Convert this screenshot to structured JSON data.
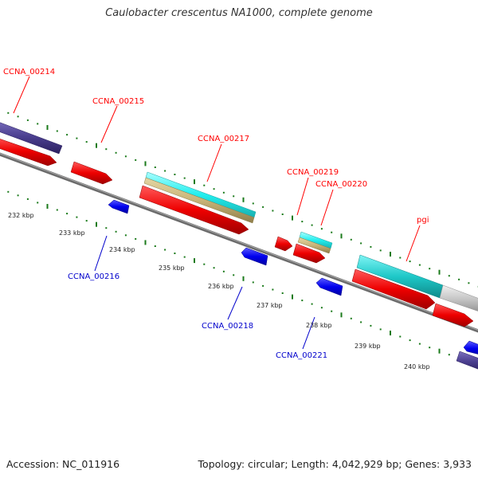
{
  "title": "Caulobacter crescentus NA1000, complete genome",
  "footer": {
    "accession_label": "Accession:",
    "accession": "NC_011916",
    "topology_label": "Topology:",
    "topology": "circular",
    "length_label": "Length:",
    "length": "4,042,929 bp",
    "genes_label": "Genes:",
    "genes": "3,933"
  },
  "colors": {
    "forward_gene": "#ff0000",
    "reverse_gene": "#0000ff",
    "purple_feature": "#4b3f8f",
    "cyan_feature": "#1ec8c8",
    "tan_feature": "#c8b478",
    "gray_feature": "#c0c0c0",
    "tick": "#1a7a1a"
  },
  "ruler": [
    {
      "label": "232 kbp"
    },
    {
      "label": "233 kbp"
    },
    {
      "label": "234 kbp"
    },
    {
      "label": "235 kbp"
    },
    {
      "label": "236 kbp"
    },
    {
      "label": "237 kbp"
    },
    {
      "label": "238 kbp"
    },
    {
      "label": "239 kbp"
    },
    {
      "label": "240 kbp"
    }
  ],
  "gene_labels": [
    {
      "name": "CCNA_00214",
      "strand": "forward"
    },
    {
      "name": "CCNA_00215",
      "strand": "forward"
    },
    {
      "name": "CCNA_00217",
      "strand": "forward"
    },
    {
      "name": "CCNA_00219",
      "strand": "forward"
    },
    {
      "name": "CCNA_00220",
      "strand": "forward"
    },
    {
      "name": "pgi",
      "strand": "forward"
    },
    {
      "name": "CCNA_00216",
      "strand": "reverse"
    },
    {
      "name": "CCNA_00218",
      "strand": "reverse"
    },
    {
      "name": "CCNA_00221",
      "strand": "reverse"
    }
  ]
}
